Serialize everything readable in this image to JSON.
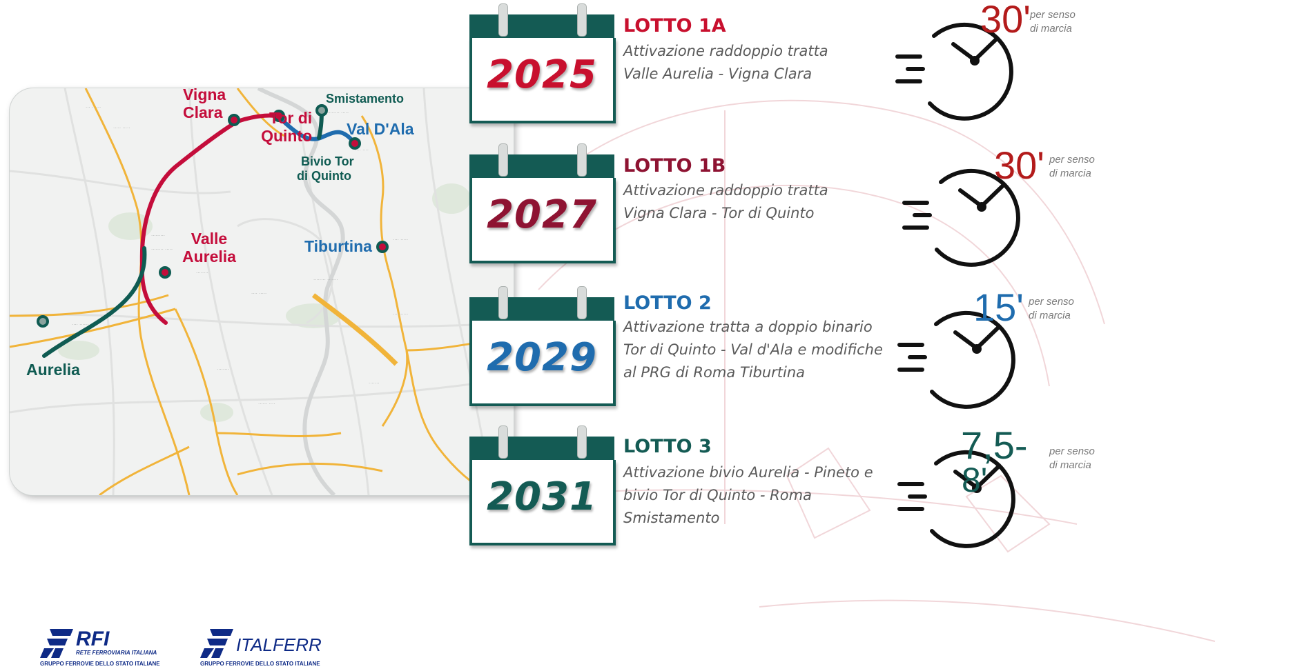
{
  "map": {
    "stations": {
      "vigna_clara": [
        "Vigna",
        "Clara"
      ],
      "tor_di_quinto": [
        "Tor di",
        "Quinto"
      ],
      "smistamento": "Smistamento",
      "val_dala": "Val D'Ala",
      "bivio_tor": [
        "Bivio Tor",
        "di Quinto"
      ],
      "valle_aurelia": [
        "Valle",
        "Aurelia"
      ],
      "tiburtina": "Tiburtina",
      "aurelia": "Aurelia"
    },
    "colors": {
      "red": "#c40d3b",
      "teal": "#0f5b52",
      "blue": "#1f6cae",
      "roads": "#f1b43a"
    }
  },
  "lots": [
    {
      "year": "2025",
      "year_color": "#c8102e",
      "title": "LOTTO 1A",
      "title_color": "#c8102e",
      "desc": [
        "Attivazione raddoppio tratta",
        "Valle Aurelia - Vigna Clara"
      ],
      "freq": "30'",
      "freq_color": "#b31b1b",
      "note": [
        "per senso",
        "di marcia"
      ]
    },
    {
      "year": "2027",
      "year_color": "#8e1332",
      "title": "LOTTO 1B",
      "title_color": "#8e1332",
      "desc": [
        "Attivazione raddoppio tratta",
        "Vigna Clara - Tor di Quinto"
      ],
      "freq": "30'",
      "freq_color": "#b31b1b",
      "note": [
        "per senso",
        "di marcia"
      ]
    },
    {
      "year": "2029",
      "year_color": "#1f6cae",
      "title": "LOTTO 2",
      "title_color": "#1f6cae",
      "desc": [
        "Attivazione tratta a doppio binario",
        "Tor di Quinto - Val d'Ala e modifiche",
        "al PRG di Roma Tiburtina"
      ],
      "freq": "15'",
      "freq_color": "#1f6cae",
      "note": [
        "per senso",
        "di marcia"
      ]
    },
    {
      "year": "2031",
      "year_color": "#145b54",
      "title": "LOTTO 3",
      "title_color": "#145b54",
      "desc": [
        "Attivazione bivio Aurelia - Pineto e",
        "bivio Tor di Quinto - Roma",
        "Smistamento"
      ],
      "freq": "7,5-",
      "freq2": "8'",
      "freq_color": "#145b54",
      "note": [
        "per senso",
        "di marcia"
      ]
    }
  ],
  "logos": {
    "rfi": {
      "name": "RFI",
      "line1": "RETE FERROVIARIA ITALIANA",
      "line2": "GRUPPO FERROVIE DELLO STATO ITALIANE"
    },
    "italferr": {
      "name": "ITALFERR",
      "line1": "GRUPPO FERROVIE DELLO STATO ITALIANE"
    }
  }
}
